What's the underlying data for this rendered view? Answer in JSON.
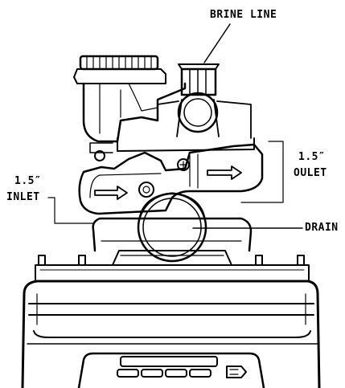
{
  "labels": {
    "brine_line": "BRINE LINE",
    "outlet_size": "1.5″",
    "outlet": "OULET",
    "inlet_size": "1.5″",
    "inlet": "INLET",
    "drain": "DRAIN"
  },
  "colors": {
    "ink": "#000000",
    "paper": "#ffffff",
    "shade": "#e6e6e6"
  }
}
